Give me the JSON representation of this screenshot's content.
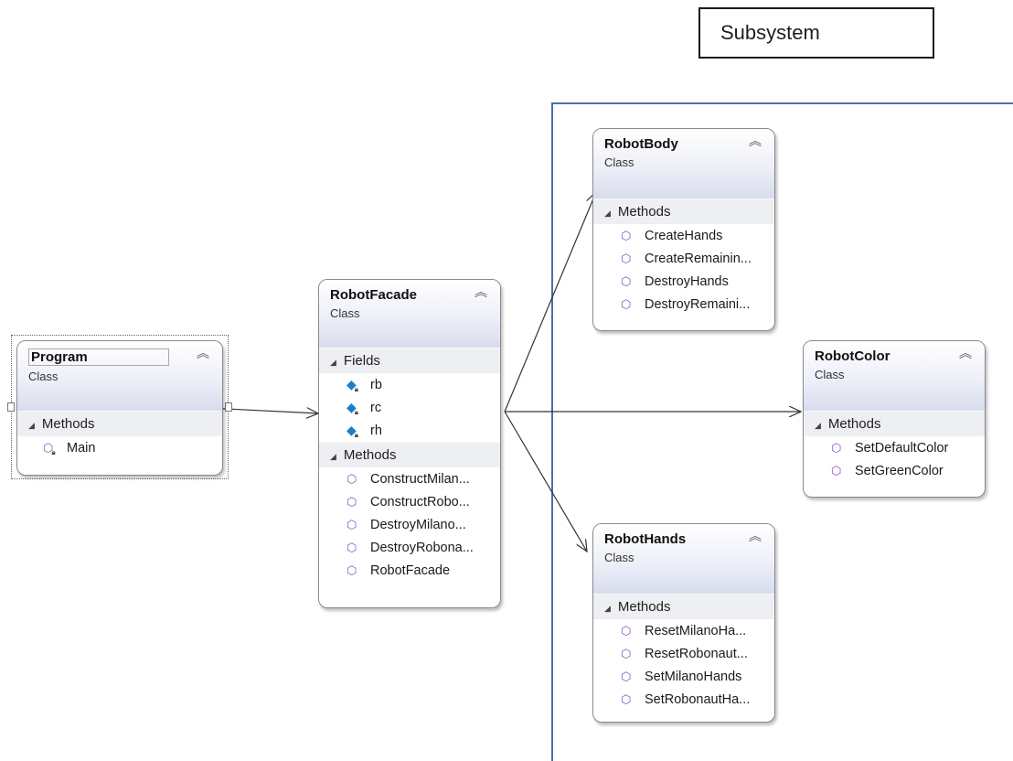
{
  "subsystem_label": "Subsystem",
  "classes": {
    "program": {
      "name": "Program",
      "stereotype": "Class",
      "sections": [
        {
          "title": "Methods",
          "members": [
            "Main"
          ]
        }
      ]
    },
    "facade": {
      "name": "RobotFacade",
      "stereotype": "Class",
      "fields_title": "Fields",
      "fields": [
        "rb",
        "rc",
        "rh"
      ],
      "methods_title": "Methods",
      "methods": [
        "ConstructMilan...",
        "ConstructRobo...",
        "DestroyMilano...",
        "DestroyRobona...",
        "RobotFacade"
      ]
    },
    "body": {
      "name": "RobotBody",
      "stereotype": "Class",
      "methods_title": "Methods",
      "methods": [
        "CreateHands",
        "CreateRemainin...",
        "DestroyHands",
        "DestroyRemaini..."
      ]
    },
    "color": {
      "name": "RobotColor",
      "stereotype": "Class",
      "methods_title": "Methods",
      "methods": [
        "SetDefaultColor",
        "SetGreenColor"
      ]
    },
    "hands": {
      "name": "RobotHands",
      "stereotype": "Class",
      "methods_title": "Methods",
      "methods": [
        "ResetMilanoHa...",
        "ResetRobonaut...",
        "SetMilanoHands",
        "SetRobonautHa..."
      ]
    }
  },
  "colors": {
    "subsystem_border": "#4a70a5",
    "method_icon": "#8a4fc0",
    "field_icon": "#1c7ec8"
  },
  "icons": {
    "collapse": "double-chevron-up-icon",
    "method": "method-cube-icon",
    "field": "field-icon",
    "private": "lock-icon"
  }
}
